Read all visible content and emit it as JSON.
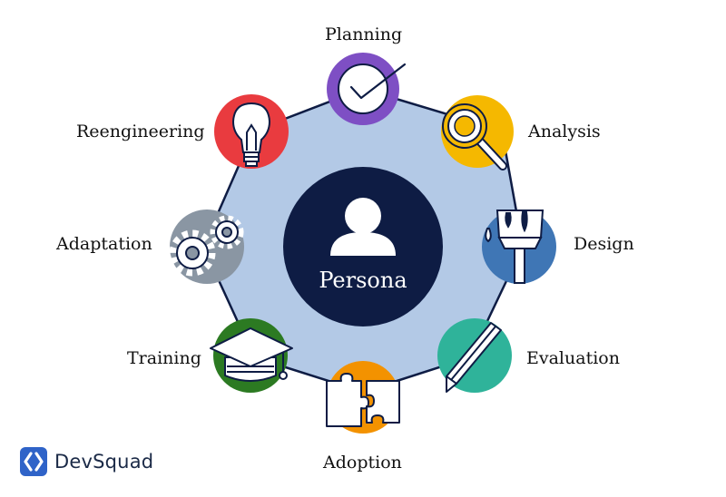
{
  "center": {
    "title": "Persona",
    "icon": "person-icon"
  },
  "stages": [
    {
      "label": "Planning",
      "color": "#7e4fc4",
      "icon": "checkmark-icon"
    },
    {
      "label": "Analysis",
      "color": "#f5b800",
      "icon": "magnifier-icon"
    },
    {
      "label": "Design",
      "color": "#3f76b5",
      "icon": "paint-brush-icon"
    },
    {
      "label": "Evaluation",
      "color": "#2fb39a",
      "icon": "pencil-icon"
    },
    {
      "label": "Adoption",
      "color": "#f39200",
      "icon": "puzzle-icon"
    },
    {
      "label": "Training",
      "color": "#2c7a22",
      "icon": "graduation-cap-icon"
    },
    {
      "label": "Adaptation",
      "color": "#8a96a3",
      "icon": "gears-icon"
    },
    {
      "label": "Reengineering",
      "color": "#e93b3f",
      "icon": "light-bulb-icon"
    }
  ],
  "colors": {
    "octagon": "#b3c9e6",
    "center": "#0e1c44",
    "outline": "#0e1c44"
  },
  "brand": {
    "name": "DevSquad",
    "color": "#2f63c8"
  }
}
